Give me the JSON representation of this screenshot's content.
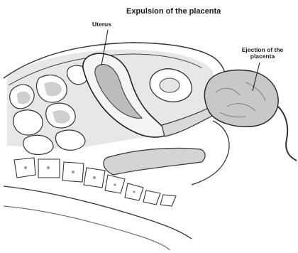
{
  "diagram": {
    "title": "Expulsion of the placenta",
    "labels": {
      "uterus": "Uterus",
      "ejection_line1": "Ejection of the",
      "ejection_line2": "placenta"
    }
  }
}
